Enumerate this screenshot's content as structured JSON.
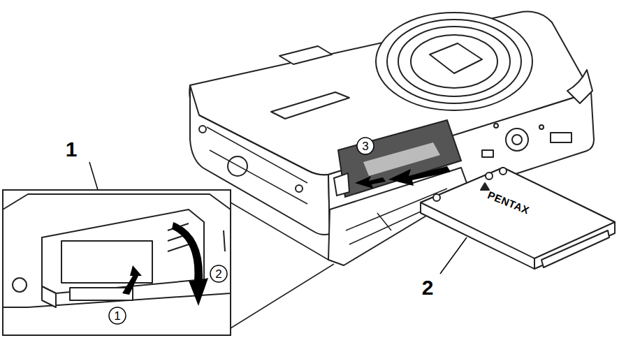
{
  "diagram": {
    "labels": [
      "1",
      "3",
      "2",
      "1",
      "2",
      "PENTAX"
    ]
  }
}
